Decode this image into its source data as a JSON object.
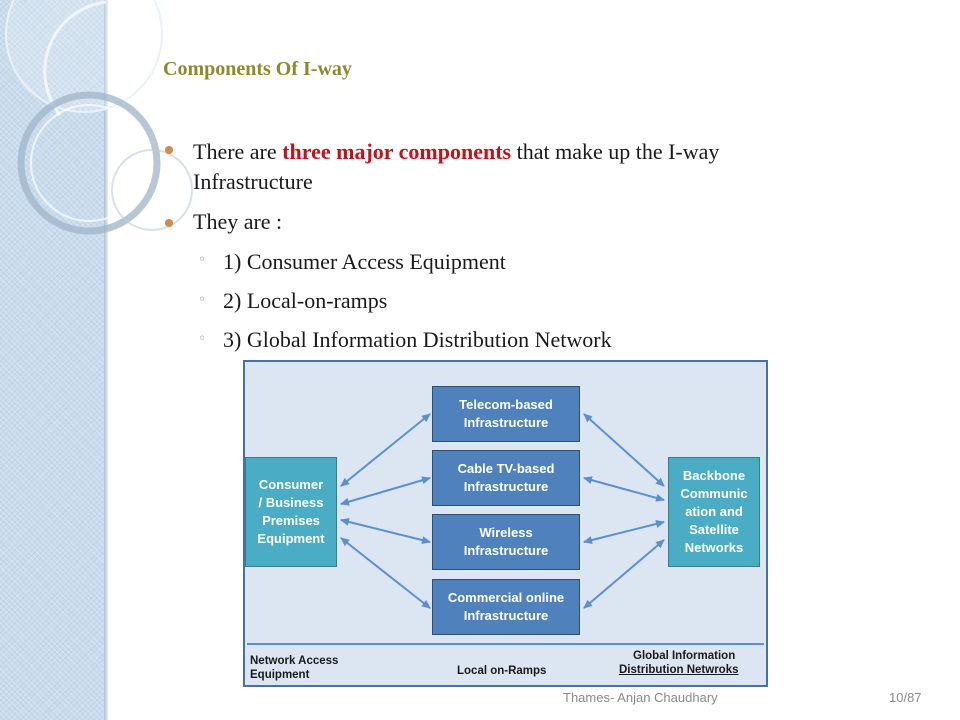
{
  "slide": {
    "title": "Components Of I-way",
    "bullets": [
      {
        "before": "There are ",
        "highlight": "three major components",
        "after": " that make up the I-way",
        "line2": "Infrastructure"
      },
      {
        "text": "They are :"
      }
    ],
    "subitems": [
      "1) Consumer Access Equipment",
      "2) Local-on-ramps",
      "3) Global Information Distribution Network"
    ],
    "sub_glyph": "◦"
  },
  "diagram": {
    "left_box": "Consumer\n/ Business\nPremises\nEquipment",
    "middle_boxes": [
      "Telecom-based\nInfrastructure",
      "Cable TV-based\nInfrastructure",
      "Wireless\nInfrastructure",
      "Commercial online\nInfrastructure"
    ],
    "right_box": "Backbone\nCommunic\nation and\nSatellite\nNetworks",
    "bottom_labels": {
      "left": "Network Access\nEquipment",
      "center": "Local on-Ramps",
      "right_line1": "Global Information",
      "right_line2": "Distribution Netwroks"
    },
    "colors": {
      "mid_box": "#4f81bd",
      "side_box": "#4bacc6",
      "arrow": "#5b8fd0",
      "background": "#dce6f2"
    }
  },
  "footer": {
    "author": "Thames- Anjan Chaudhary",
    "page": "10/87"
  }
}
